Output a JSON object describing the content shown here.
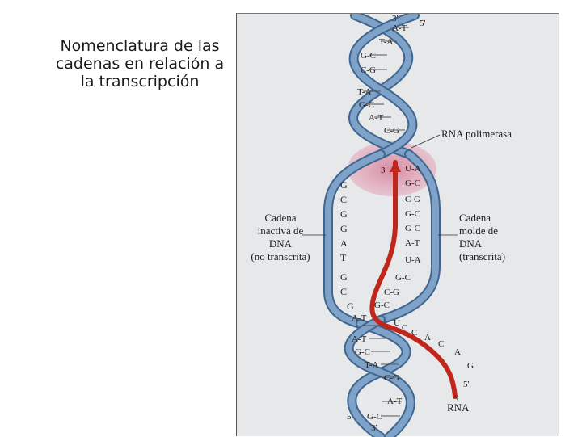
{
  "slide": {
    "title_lines": [
      "Nomenclatura de las",
      "cadenas en relación a",
      "la transcripción"
    ]
  },
  "diagram": {
    "labels": {
      "rna_polymerase": "RNA polimerasa",
      "inactive_strand": [
        "Cadena",
        "inactiva de",
        "DNA",
        "(no transcrita)"
      ],
      "template_strand": [
        "Cadena",
        "molde de",
        "DNA",
        "(transcrita)"
      ],
      "rna": "RNA",
      "prime_top_left": "3'",
      "prime_top_right": "5'",
      "prime_bottom_left": "5'",
      "prime_bottom_right": "3'",
      "prime_bubble": "3'",
      "prime_rna_end": "5'"
    },
    "top_pairs": [
      "A-T",
      "T-A",
      "G-C",
      "C-G",
      "T-A",
      "G-C",
      "A-T",
      "C-G"
    ],
    "left_strand_bases": [
      "G",
      "C",
      "G",
      "G",
      "A",
      "T",
      "G",
      "C",
      "G"
    ],
    "right_strand_pairs": [
      "U-A",
      "G-C",
      "C-G",
      "G-C",
      "G-C",
      "A-T",
      "U-A",
      "G-C",
      "C-G",
      "G-C"
    ],
    "bubble_end_pair": "A-T",
    "rna_tail_bases": [
      "U",
      "C",
      "C",
      "A",
      "C",
      "A",
      "G"
    ],
    "bottom_pairs": [
      "A-T",
      "G-C",
      "T-A",
      "C-G",
      "A-T",
      "G-C"
    ],
    "colors": {
      "dna_strand": "#7fa3c8",
      "dna_outline": "#3f6690",
      "rna_strand": "#c0271c",
      "polymerase": "#d88aa0",
      "panel": "#e7e8ea"
    }
  }
}
